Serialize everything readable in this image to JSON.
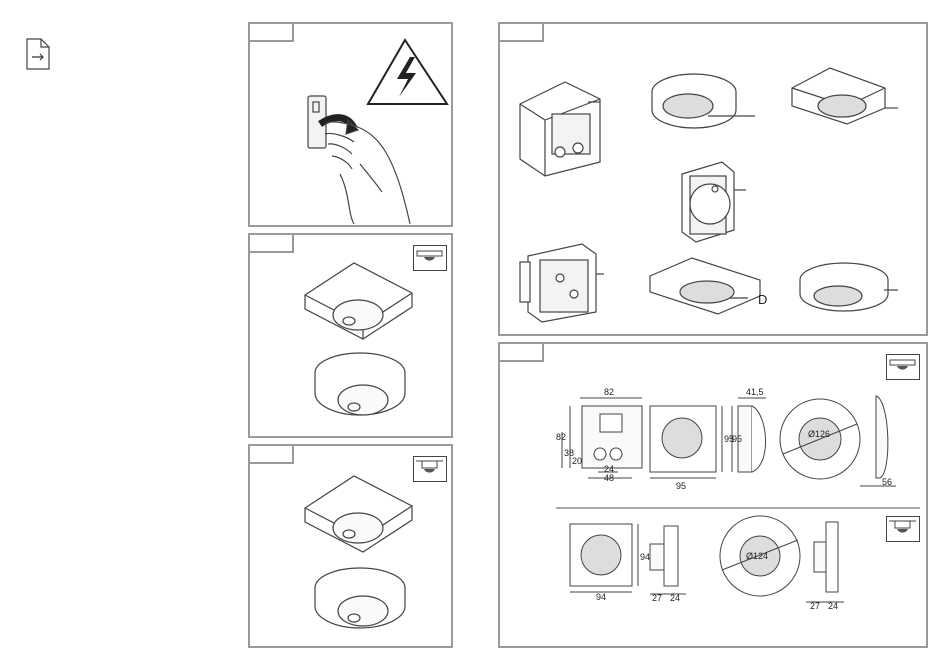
{
  "doc_icon": "document-arrow-icon",
  "warning_icon": "high-voltage-warning-icon",
  "mount_icons": [
    "ceiling-surface-mount-icon",
    "ceiling-flush-mount-icon"
  ],
  "label_d": "D",
  "dims_surface": {
    "box_w": "82",
    "box_h": "82",
    "box_inner_a": "38",
    "box_inner_b": "20",
    "box_bottom_a": "24",
    "box_bottom_b": "48",
    "plate_w": "95",
    "plate_h": "95",
    "side_depth": "41,5",
    "side_h": "95",
    "round_dia": "Ø126",
    "round_depth": "56"
  },
  "dims_flush": {
    "square_w": "94",
    "square_h": "94",
    "square_side_a": "27",
    "square_side_b": "24",
    "round_dia": "Ø124",
    "round_side_a": "27",
    "round_side_b": "24"
  }
}
